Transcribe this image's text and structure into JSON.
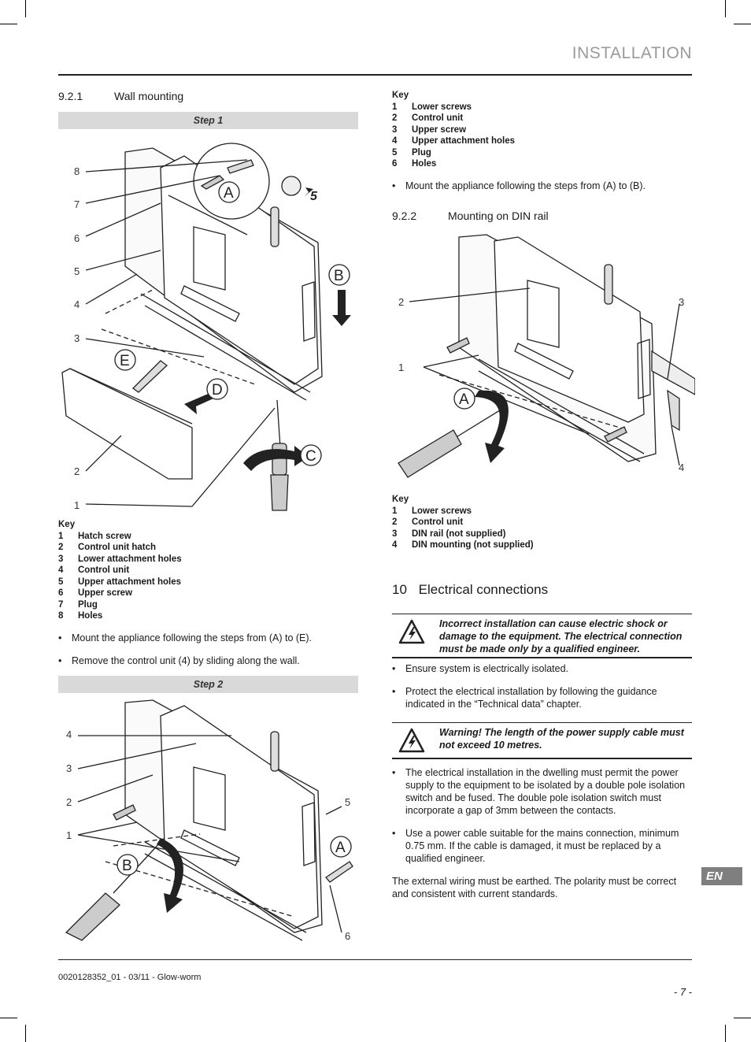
{
  "header": {
    "title": "INSTALLATION"
  },
  "section_921": {
    "number": "9.2.1",
    "title": "Wall mounting",
    "step1_label": "Step 1",
    "fig1_callouts": [
      "8",
      "7",
      "6",
      "5",
      "4",
      "3",
      "2",
      "1"
    ],
    "fig1_letters": [
      "A",
      "B",
      "C",
      "D",
      "E"
    ],
    "fig1_detail": "5",
    "key_title": "Key",
    "key": [
      {
        "num": "1",
        "label": "Hatch screw"
      },
      {
        "num": "2",
        "label": "Control unit hatch"
      },
      {
        "num": "3",
        "label": "Lower attachment holes"
      },
      {
        "num": "4",
        "label": "Control unit"
      },
      {
        "num": "5",
        "label": "Upper attachment holes"
      },
      {
        "num": "6",
        "label": "Upper screw"
      },
      {
        "num": "7",
        "label": "Plug"
      },
      {
        "num": "8",
        "label": "Holes"
      }
    ],
    "bullets": [
      "Mount the appliance following the steps from (A) to (E).",
      "Remove the control unit (4) by sliding along the wall."
    ],
    "step2_label": "Step 2",
    "fig2_callouts_left": [
      "4",
      "3",
      "2",
      "1"
    ],
    "fig2_callouts_right": [
      "5",
      "6"
    ],
    "fig2_letters": [
      "A",
      "B"
    ]
  },
  "step2_key": {
    "key_title": "Key",
    "key": [
      {
        "num": "1",
        "label": "Lower screws"
      },
      {
        "num": "2",
        "label": "Control unit"
      },
      {
        "num": "3",
        "label": "Upper screw"
      },
      {
        "num": "4",
        "label": "Upper attachment holes"
      },
      {
        "num": "5",
        "label": "Plug"
      },
      {
        "num": "6",
        "label": "Holes"
      }
    ],
    "bullet": "Mount the appliance following the steps from (A) to (B)."
  },
  "section_922": {
    "number": "9.2.2",
    "title": "Mounting on DIN rail",
    "fig_callouts": [
      "2",
      "1",
      "3",
      "4"
    ],
    "fig_letter": "A",
    "key_title": "Key",
    "key": [
      {
        "num": "1",
        "label": "Lower screws"
      },
      {
        "num": "2",
        "label": "Control unit"
      },
      {
        "num": "3",
        "label": "DIN rail (not supplied)"
      },
      {
        "num": "4",
        "label": "DIN mounting (not supplied)"
      }
    ]
  },
  "section_10": {
    "number": "10",
    "title": "Electrical connections",
    "warning1": "Incorrect installation can cause electric shock or damage to the equipment. The electrical connection must be made only by a qualified engineer.",
    "bullets1": [
      "Ensure system is electrically isolated.",
      "Protect the electrical installation by following the guidance indicated in the “Technical data” chapter."
    ],
    "warning2": "Warning! The length of the power supply cable must not exceed 10 metres.",
    "bullets2": [
      "The electrical installation in the dwelling must permit the power supply to the equipment to be isolated by a double pole isolation switch and be fused. The double pole isolation switch must incorporate a gap of 3mm between the contacts.",
      "Use a power cable suitable for the mains connection, minimum 0.75 mm. If the cable is damaged, it must be replaced by a qualified engineer."
    ],
    "paragraph": "The external wiring must be earthed. The polarity must be correct and consistent with current standards."
  },
  "side_tab": "EN",
  "footer": {
    "doc_ref": "0020128352_01 - 03/11 - Glow-worm",
    "page": "- 7 -"
  }
}
